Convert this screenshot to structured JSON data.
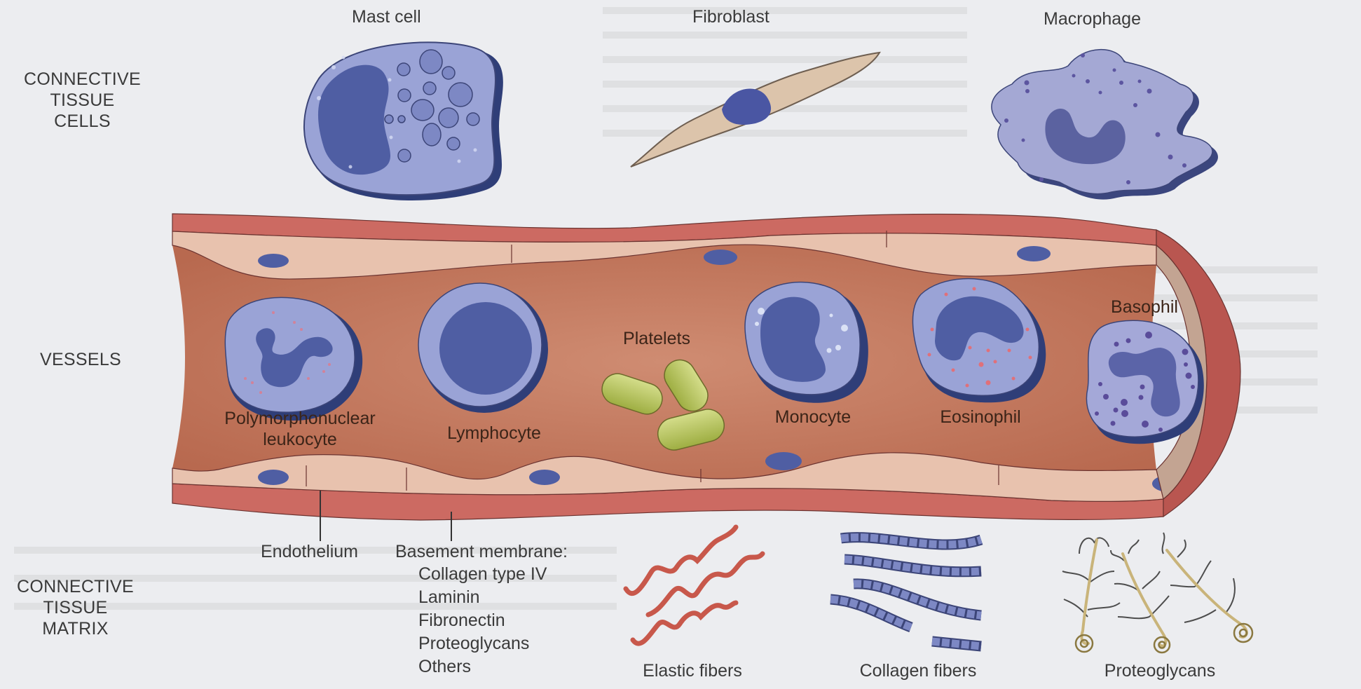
{
  "figure": {
    "section_labels": {
      "connective_tissue_cells": [
        "CONNECTIVE",
        "TISSUE",
        "CELLS"
      ],
      "vessels": "VESSELS",
      "connective_tissue_matrix": [
        "CONNECTIVE",
        "TISSUE",
        "MATRIX"
      ]
    },
    "connective_tissue_cells": [
      {
        "name": "Mast cell"
      },
      {
        "name": "Fibroblast"
      },
      {
        "name": "Macrophage"
      }
    ],
    "vessel_cells": {
      "pmn": [
        "Polymorphonuclear",
        "leukocyte"
      ],
      "lymphocyte": "Lymphocyte",
      "platelets": "Platelets",
      "monocyte": "Monocyte",
      "eosinophil": "Eosinophil",
      "basophil": "Basophil"
    },
    "vessel_wall_labels": {
      "endothelium": "Endothelium",
      "basement_membrane": {
        "title": "Basement membrane:",
        "components": [
          "Collagen type IV",
          "Laminin",
          "Fibronectin",
          "Proteoglycans",
          "Others"
        ]
      }
    },
    "matrix_components": {
      "elastic_fibers": "Elastic fibers",
      "collagen_fibers": "Collagen fibers",
      "proteoglycans": "Proteoglycans"
    },
    "colors": {
      "page_background": "#ecedf0",
      "vessel_outer_wall": "#cc6a62",
      "endothelium": "#e8c2ae",
      "vessel_lumen": "#c98066",
      "cell_cytoplasm": "#9aa3d6",
      "cell_nucleus": "#4f5ea3",
      "cell_shadow": "#2f3e78",
      "fibroblast_body": "#dcc4ab",
      "platelet": "#b4c25a",
      "elastic_fiber": "#c8584b",
      "collagen_fiber": "#5563ad",
      "proteoglycan_core": "#c9b47a",
      "proteoglycan_side_chain": "#4d4d4d",
      "eosinophil_granule": "#e0707a",
      "basophil_granule": "#5a4c9a"
    }
  }
}
